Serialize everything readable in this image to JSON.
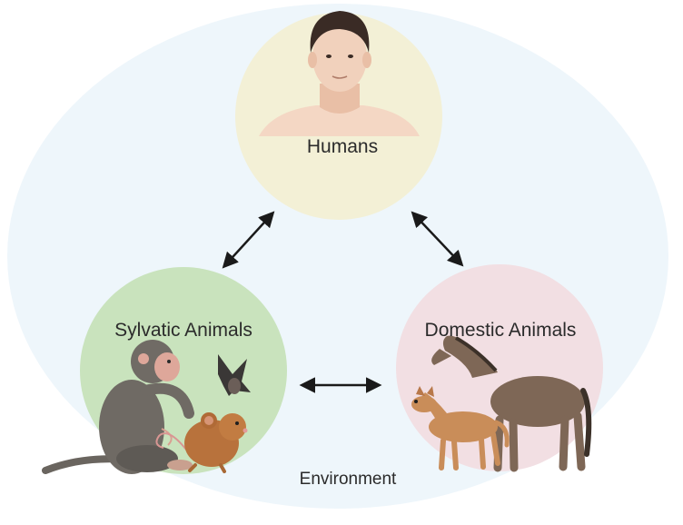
{
  "diagram": {
    "nodes": {
      "humans": {
        "label": "Humans",
        "color": "#f3f0d6"
      },
      "sylvatic": {
        "label": "Sylvatic Animals",
        "color": "#c9e3bd"
      },
      "domestic": {
        "label": "Domestic Animals",
        "color": "#f2dfe3"
      }
    },
    "environment": {
      "label": "Environment",
      "color": "#eef6fb"
    },
    "edges": [
      {
        "from": "humans",
        "to": "sylvatic",
        "direction": "both"
      },
      {
        "from": "humans",
        "to": "domestic",
        "direction": "both"
      },
      {
        "from": "sylvatic",
        "to": "domestic",
        "direction": "both"
      }
    ],
    "illustrations": {
      "humans": [
        "man-portrait"
      ],
      "sylvatic": [
        "monkey",
        "bat",
        "mouse"
      ],
      "domestic": [
        "horse",
        "dog"
      ]
    }
  }
}
